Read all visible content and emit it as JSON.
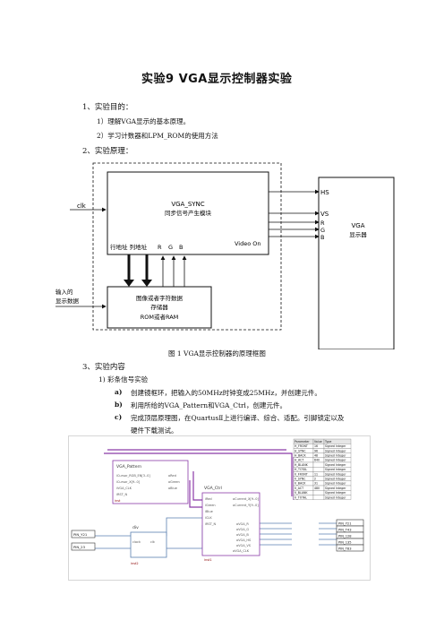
{
  "title": "实验9   VGA显示控制器实验",
  "sections": {
    "s1": "1、实验目的：",
    "s1_items": [
      "1）理解VGA显示的基本原理。",
      "2）学习计数器和LPM_ROM的使用方法"
    ],
    "s2": "2、实验原理：",
    "s3": "3、实验内容",
    "s3_sub": "1)    彩条信号实验",
    "s3_items": [
      {
        "mark": "a)",
        "text": "创建镜框环，把输入的50MHz时钟变成25MHz，并创建元件。"
      },
      {
        "mark": "b)",
        "text": "利用所给的VGA_Pattern和VGA_Ctrl，创建元件。"
      },
      {
        "mark": "c)",
        "text": "完成顶层原理图，在QuartusⅡ上进行编译、综合、适配。引脚锁定以及"
      }
    ],
    "s3_item_c_cont": "硬件下载测试。"
  },
  "diagram": {
    "clk": "clk",
    "sync_title": "VGA_SYNC",
    "sync_sub": "同步信号产生模块",
    "addr_label": "行地址 列地址",
    "rgb_labels": [
      "R",
      "G",
      "B"
    ],
    "video_on": "Video On",
    "input_label_1": "输入的",
    "input_label_2": "显示数据",
    "rom_line1": "图像或者字符数据",
    "rom_line2": "存储器",
    "rom_line3": "ROM或者RAM",
    "hs": "HS",
    "vs": "VS",
    "out_rgb": [
      "R",
      "G",
      "B"
    ],
    "vga_title": "VGA",
    "vga_sub": "显示器",
    "caption": "图 1 VGA显示控制器的原理框图"
  },
  "schematic": {
    "pattern_block": "VGA_Pattern",
    "ctrl_block": "VGA_Ctrl",
    "div_block": "div",
    "param_headers": [
      "Parameter",
      "Value",
      "Type"
    ],
    "params": [
      [
        "H_FRONT",
        "16",
        "Signed Integer"
      ],
      [
        "H_SYNC",
        "96",
        "Signed Integer"
      ],
      [
        "H_BACK",
        "48",
        "Signed Integer"
      ],
      [
        "H_ACT",
        "640",
        "Signed Integer"
      ],
      [
        "H_BLANK",
        "",
        "Signed Integer"
      ],
      [
        "H_TOTAL",
        "",
        "Signed Integer"
      ],
      [
        "V_FRONT",
        "11",
        "Signed Integer"
      ],
      [
        "V_SYNC",
        "2",
        "Signed Integer"
      ],
      [
        "V_BACK",
        "31",
        "Signed Integer"
      ],
      [
        "V_ACT",
        "480",
        "Signed Integer"
      ],
      [
        "V_BLANK",
        "",
        "Signed Integer"
      ],
      [
        "V_TOTAL",
        "",
        "Signed Integer"
      ]
    ],
    "pins_left": [
      "PIN_Y21",
      "PIN_23"
    ],
    "pins_right": [
      "PIN_Y21",
      "PIN_T43",
      "PIN_128",
      "PIN_135",
      "PIN_T83"
    ]
  }
}
